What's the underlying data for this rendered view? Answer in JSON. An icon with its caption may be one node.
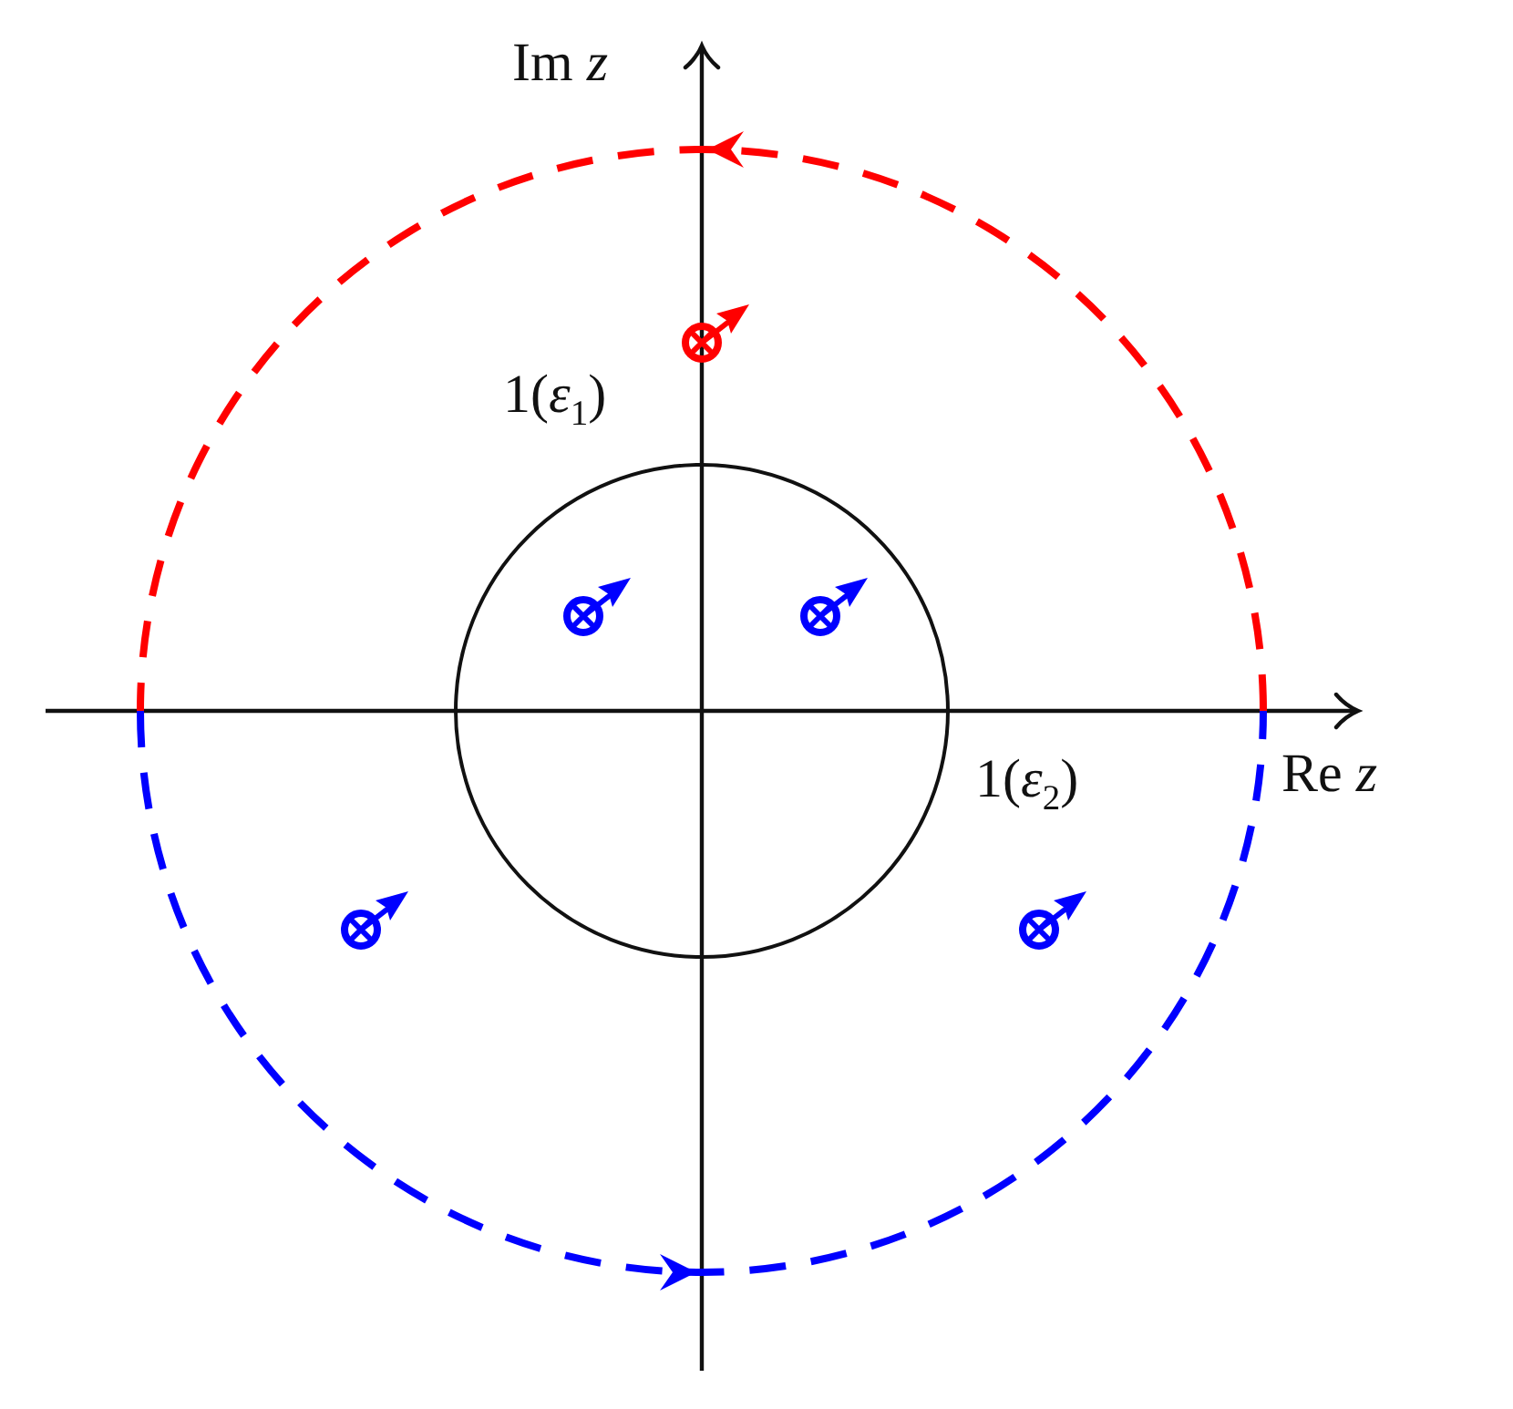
{
  "diagram": {
    "labels": [
      "Im *z*",
      "Re *z*",
      "1(*ε*$_{1}$)",
      "1(*ε*$_{2}$)"
    ]
  }
}
